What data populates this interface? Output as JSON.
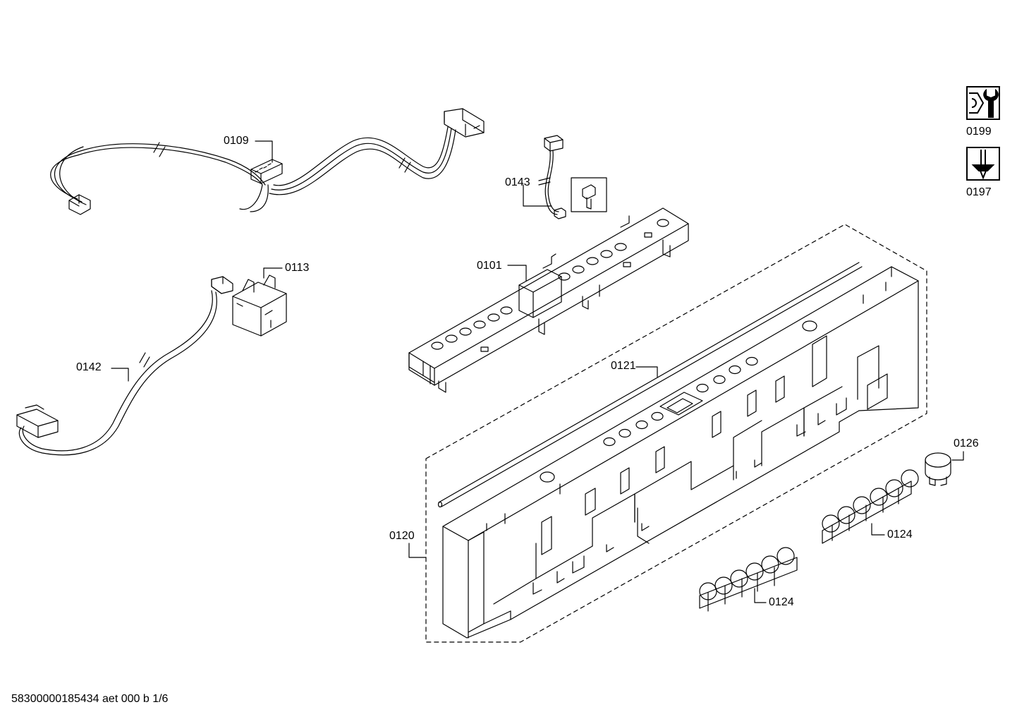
{
  "callouts": {
    "p0109": "0109",
    "p0113": "0113",
    "p0142": "0142",
    "p0143": "0143",
    "p0101": "0101",
    "p0121": "0121",
    "p0120": "0120",
    "p0126": "0126",
    "p0124_upper": "0124",
    "p0124_lower": "0124",
    "p0199": "0199",
    "p0197": "0197"
  },
  "footer": {
    "document_id": "58300000185434 aet 000 b 1/6"
  },
  "icons": {
    "tool_0199": "wrench-nut-icon",
    "tool_0197": "screwdriver-icon"
  },
  "colors": {
    "line": "#000000",
    "fill": "#ffffff"
  }
}
